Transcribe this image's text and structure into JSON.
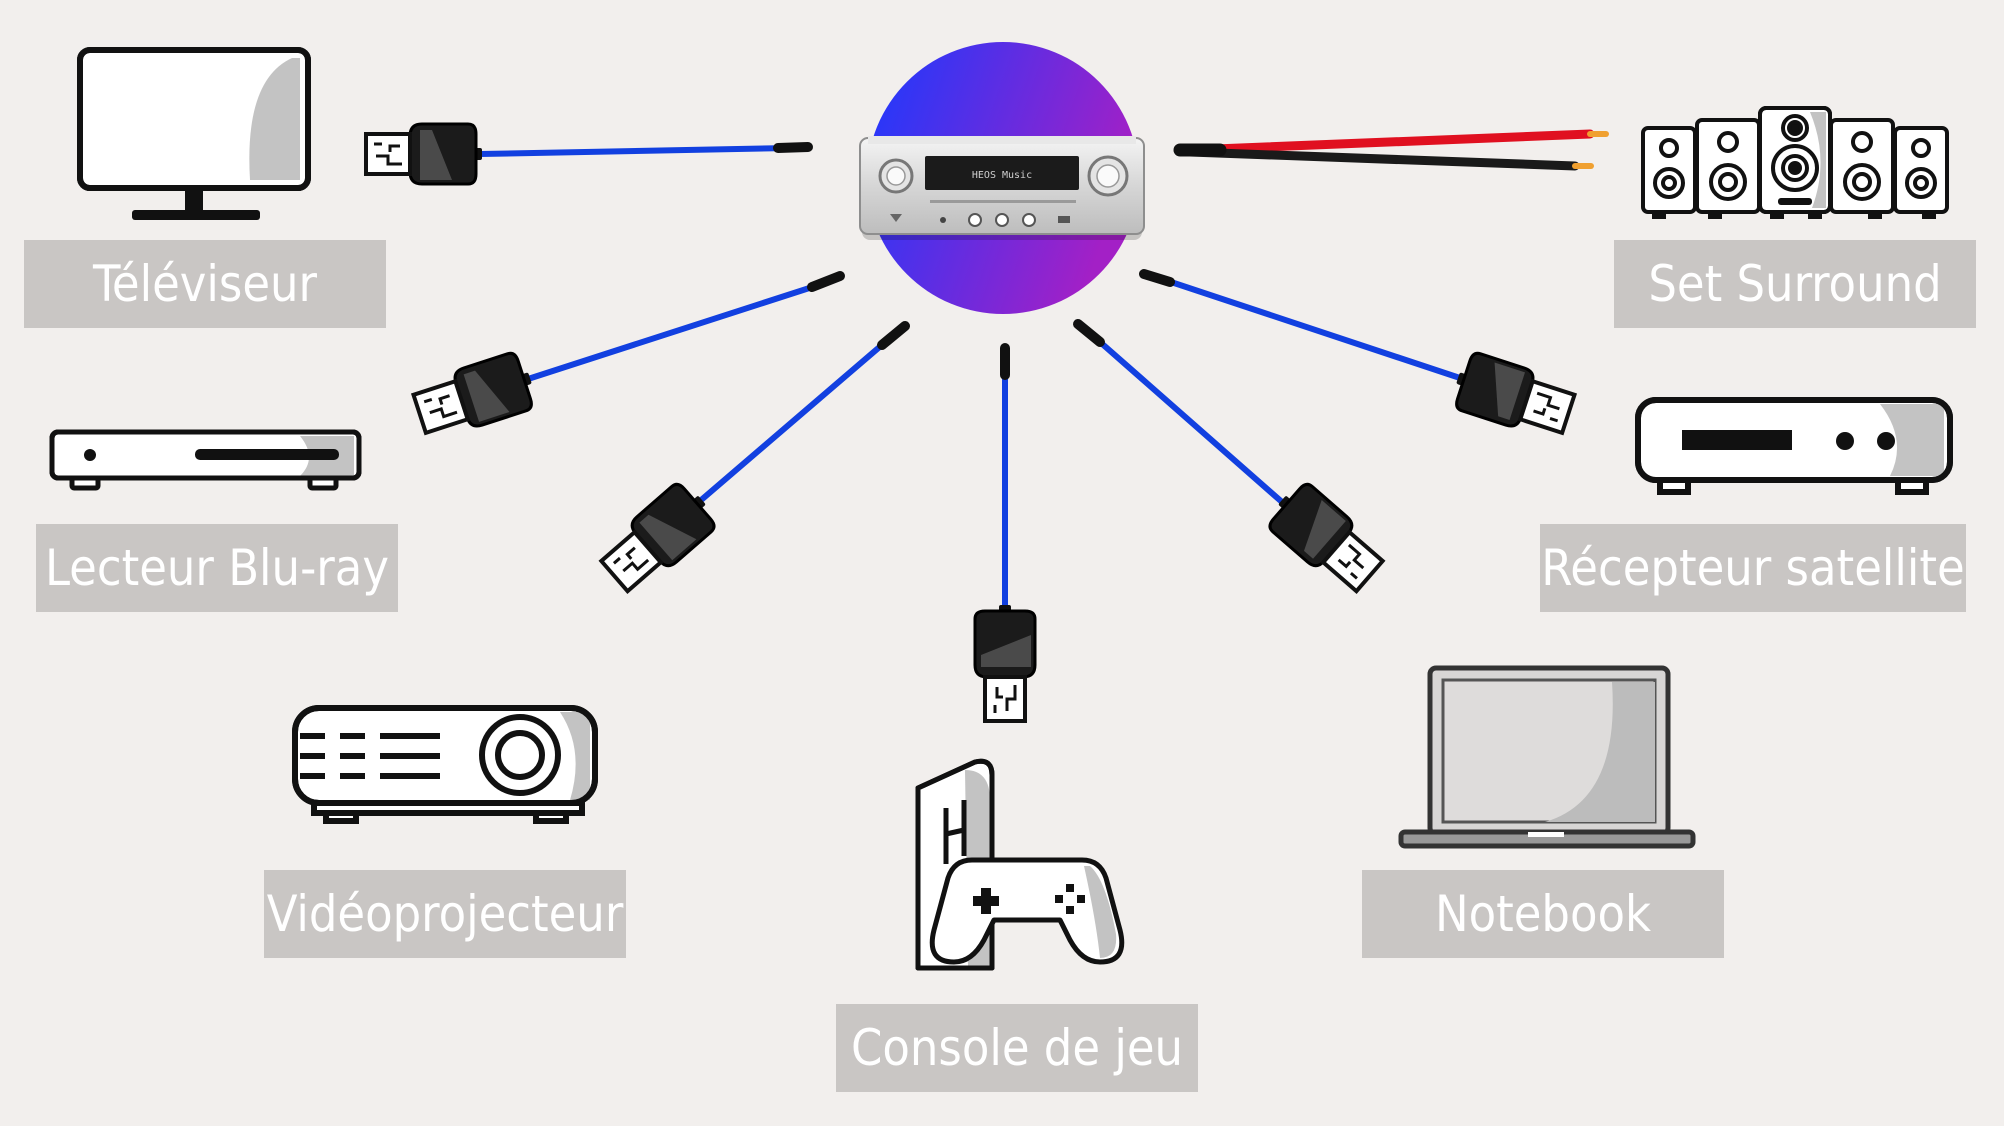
{
  "labels": {
    "tv": "Téléviseur",
    "bluray": "Lecteur Blu-ray",
    "projector": "Vidéoprojecteur",
    "console": "Console de jeu",
    "notebook": "Notebook",
    "satellite": "Récepteur satellite",
    "surround": "Set Surround"
  },
  "receiver_display": "HEOS Music",
  "colors": {
    "background": "#f2efed",
    "label_bg": "#c9c6c4",
    "label_text": "#ffffff",
    "hdmi_cable": "#1240e0",
    "speaker_wire_positive": "#e01020",
    "speaker_wire_negative": "#1a1a1a",
    "wire_tip": "#f0a030",
    "halo_from": "#1f3cff",
    "halo_to": "#a020c8"
  },
  "icons": [
    "tv-icon",
    "bluray-player-icon",
    "projector-icon",
    "game-console-icon",
    "notebook-icon",
    "satellite-receiver-icon",
    "surround-speakers-icon",
    "av-receiver-icon",
    "hdmi-plug-icon"
  ]
}
